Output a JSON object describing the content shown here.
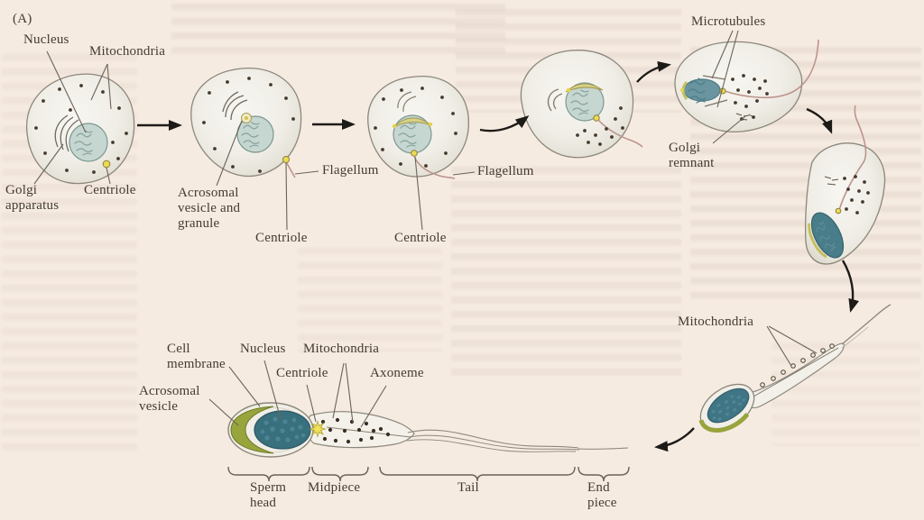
{
  "figure": {
    "panel_label": "(A)",
    "description": "Spermiogenesis: differentiation of a round spermatid into a mature sperm",
    "colors": {
      "page_background": "#f6ebe1",
      "cell_fill": "#efede6",
      "cell_outline": "#8d877b",
      "nucleus_early": "#c6d6d0",
      "nucleus_late": "#38707e",
      "acrosome_green": "#98a43c",
      "acrosome_cap_yellow": "#d7d189",
      "centriole_yellow": "#ecdb52",
      "mitochondria_dot": "#463a2d",
      "flagellum_pink": "#bd948b",
      "arrow_black": "#1d1b18",
      "label_text": "#443b30"
    }
  },
  "labels": {
    "panel": "(A)",
    "s1_nucleus": "Nucleus",
    "s1_mitochondria": "Mitochondria",
    "s1_golgi_apparatus": "Golgi apparatus",
    "s1_centriole": "Centriole",
    "s2_acrosomal_vesicle_and_granule": "Acrosomal vesicle and granule",
    "s2_centriole": "Centriole",
    "s2_flagellum": "Flagellum",
    "s3_centriole": "Centriole",
    "s3_flagellum": "Flagellum",
    "s5_microtubules": "Microtubules",
    "s5_golgi_remnant": "Golgi remnant",
    "s7_mitochondria": "Mitochondria",
    "mature_cell_membrane": "Cell membrane",
    "mature_nucleus": "Nucleus",
    "mature_mitochondria": "Mitochondria",
    "mature_centriole": "Centriole",
    "mature_axoneme": "Axoneme",
    "mature_acrosomal_vesicle": "Acrosomal vesicle"
  },
  "regions": {
    "sperm_head": "Sperm head",
    "midpiece": "Midpiece",
    "tail": "Tail",
    "end_piece": "End piece"
  }
}
